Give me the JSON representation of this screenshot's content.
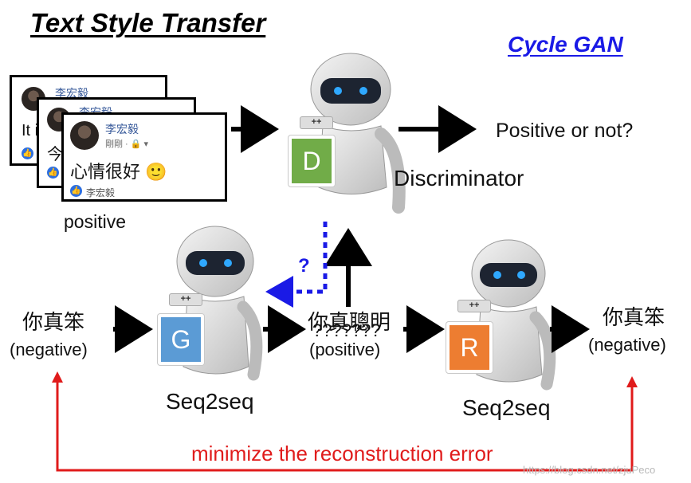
{
  "title": "Text Style Transfer",
  "subtitle": "Cycle GAN",
  "cards": {
    "back": {
      "name": "李宏毅",
      "text": "It i"
    },
    "middle": {
      "name": "李宏毅",
      "text": "今"
    },
    "front": {
      "name": "李宏毅",
      "meta": "剛剛 · 🔒 ▾",
      "text": "心情很好 🙂",
      "liker": "李宏毅"
    }
  },
  "labels": {
    "positive": "positive",
    "positive_or_not": "Positive or not?",
    "discriminator": "Discriminator",
    "question_mark": "?",
    "input_text": "你真笨",
    "input_style": "(negative)",
    "mid_text": "你真聰明",
    "mid_garbled": "???????",
    "mid_style": "(positive)",
    "output_text": "你真笨",
    "output_style": "(negative)",
    "seq2seq_left": "Seq2seq",
    "seq2seq_right": "Seq2seq",
    "reconstruction": "minimize the reconstruction error",
    "watermark": "https://blog.csdn.net/zjuPeco"
  },
  "badges": {
    "discriminator": {
      "letter": "D",
      "color": "#71ac48"
    },
    "generator": {
      "letter": "G",
      "color": "#5b9bd5"
    },
    "reconstructor": {
      "letter": "R",
      "color": "#ed7d31"
    }
  },
  "colors": {
    "title_accent": "#1a1ae6",
    "dashed_arrow": "#1a1ae6",
    "reconstruction": "#e01b1b",
    "arrow": "#000000"
  }
}
